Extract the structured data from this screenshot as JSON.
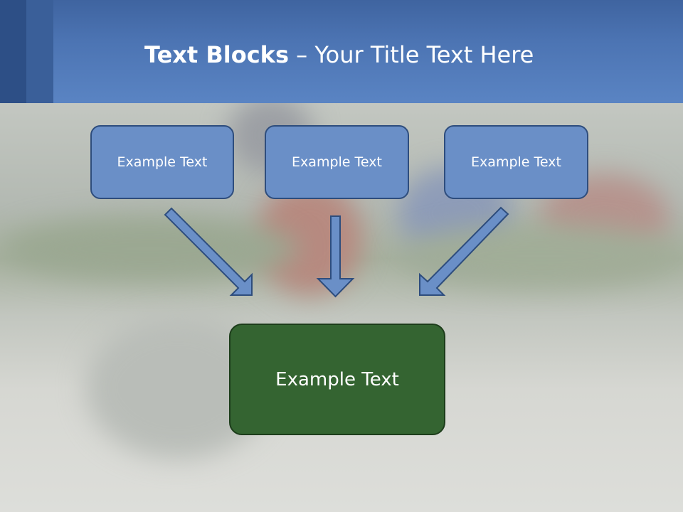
{
  "slide": {
    "title_bold": "Text Blocks",
    "title_dash": " – ",
    "title_rest": "Your Title Text Here"
  },
  "blocks": {
    "left": "Example Text",
    "center": "Example Text",
    "right": "Example Text",
    "result": "Example Text"
  },
  "colors": {
    "header": "#5a84c3",
    "block_fill": "#6a8fc7",
    "block_border": "#2e4d7d",
    "result_fill": "#346431",
    "arrow_fill": "#6a8fc7"
  },
  "background_image": "cycling-race-motion-blur"
}
